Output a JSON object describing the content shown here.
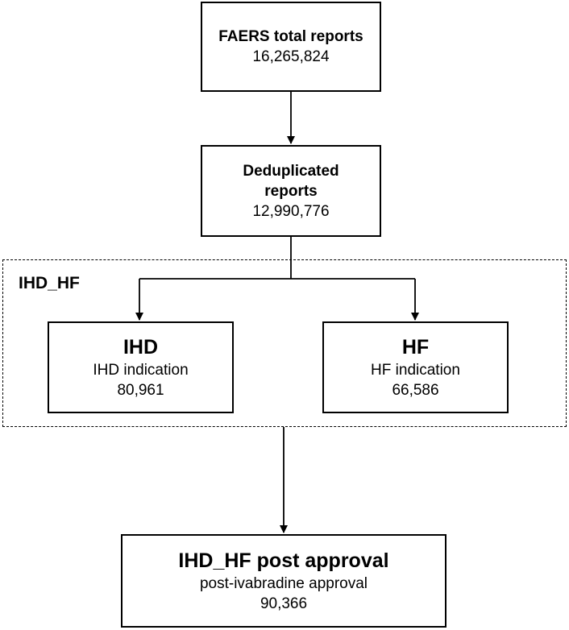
{
  "faers": {
    "title": "FAERS total reports",
    "count": "16,265,824"
  },
  "dedup": {
    "title_line1": "Deduplicated",
    "title_line2": "reports",
    "count": "12,990,776"
  },
  "group": {
    "label": "IHD_HF"
  },
  "ihd": {
    "title": "IHD",
    "subtitle": "IHD indication",
    "count": "80,961"
  },
  "hf": {
    "title": "HF",
    "subtitle": "HF indication",
    "count": "66,586"
  },
  "post": {
    "title": "IHD_HF post approval",
    "subtitle": "post-ivabradine approval",
    "count": "90,366"
  }
}
